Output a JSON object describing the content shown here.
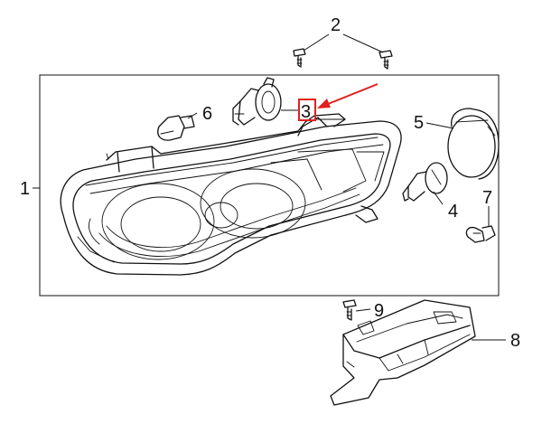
{
  "callouts": {
    "c1": "1",
    "c2": "2",
    "c3": "3",
    "c4": "4",
    "c5": "5",
    "c6": "6",
    "c7": "7",
    "c8": "8",
    "c9": "9"
  },
  "colors": {
    "line": "#111111",
    "highlight": "#e02020",
    "background": "#ffffff"
  }
}
